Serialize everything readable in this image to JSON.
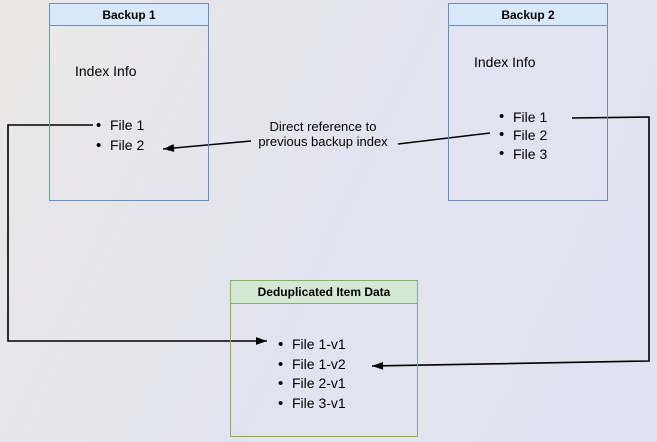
{
  "backup1": {
    "title": "Backup 1",
    "subtitle": "Index Info",
    "files": [
      "File 1",
      "File 2"
    ]
  },
  "backup2": {
    "title": "Backup 2",
    "subtitle": "Index Info",
    "files": [
      "File 1",
      "File 2",
      "File 3"
    ]
  },
  "dedup": {
    "title": "Deduplicated Item Data",
    "files": [
      "File 1-v1",
      "File 1-v2",
      "File 2-v1",
      "File 3-v1"
    ]
  },
  "edge_label": {
    "line1": "Direct reference to",
    "line2": "previous backup index"
  },
  "colors": {
    "blue_fill": "#dae8fc",
    "blue_stroke": "#6c8ebf",
    "green_fill": "#d5e8d4",
    "green_stroke": "#82b366",
    "connector": "#000000"
  }
}
